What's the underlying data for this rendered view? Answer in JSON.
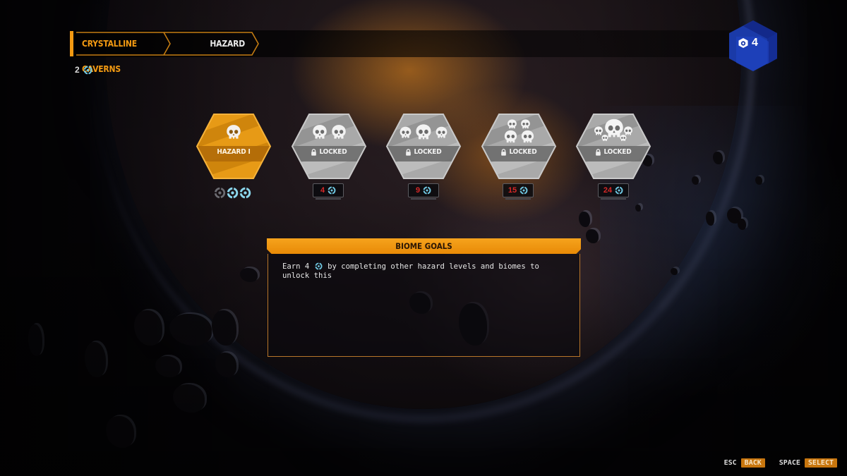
{
  "header": {
    "breadcrumb": [
      {
        "label": "Crystalline Caverns"
      },
      {
        "label": "Hazard"
      }
    ],
    "token_count": "2",
    "token_icon": "hazard-token-icon",
    "cube_badge": {
      "icon": "cube-icon",
      "value": "4",
      "color": "#1a3aa8"
    }
  },
  "hazards": [
    {
      "label": "HAZARD I",
      "state": "unlocked",
      "skulls": 1,
      "earned_tokens": {
        "dim": 1,
        "lit": 2
      }
    },
    {
      "label": "LOCKED",
      "state": "locked",
      "skulls": 2,
      "cost": "4"
    },
    {
      "label": "LOCKED",
      "state": "locked",
      "skulls": 3,
      "cost": "9"
    },
    {
      "label": "LOCKED",
      "state": "locked",
      "skulls": 4,
      "cost": "15"
    },
    {
      "label": "LOCKED",
      "state": "locked",
      "skulls": 5,
      "cost": "24"
    }
  ],
  "panel": {
    "title": "BIOME GOALS",
    "text_before": "Earn 4",
    "text_after": "by completing other hazard levels and biomes to unlock this"
  },
  "footer": {
    "hints": [
      {
        "key": "ESC",
        "action": "BACK"
      },
      {
        "key": "SPACE",
        "action": "SELECT"
      }
    ]
  },
  "colors": {
    "accent_orange": "#f39a12",
    "locked_gray": "#9a9a9a",
    "cost_red": "#d62828",
    "token_cyan": "#6fc6e0",
    "cube_blue": "#1a3aa8"
  }
}
